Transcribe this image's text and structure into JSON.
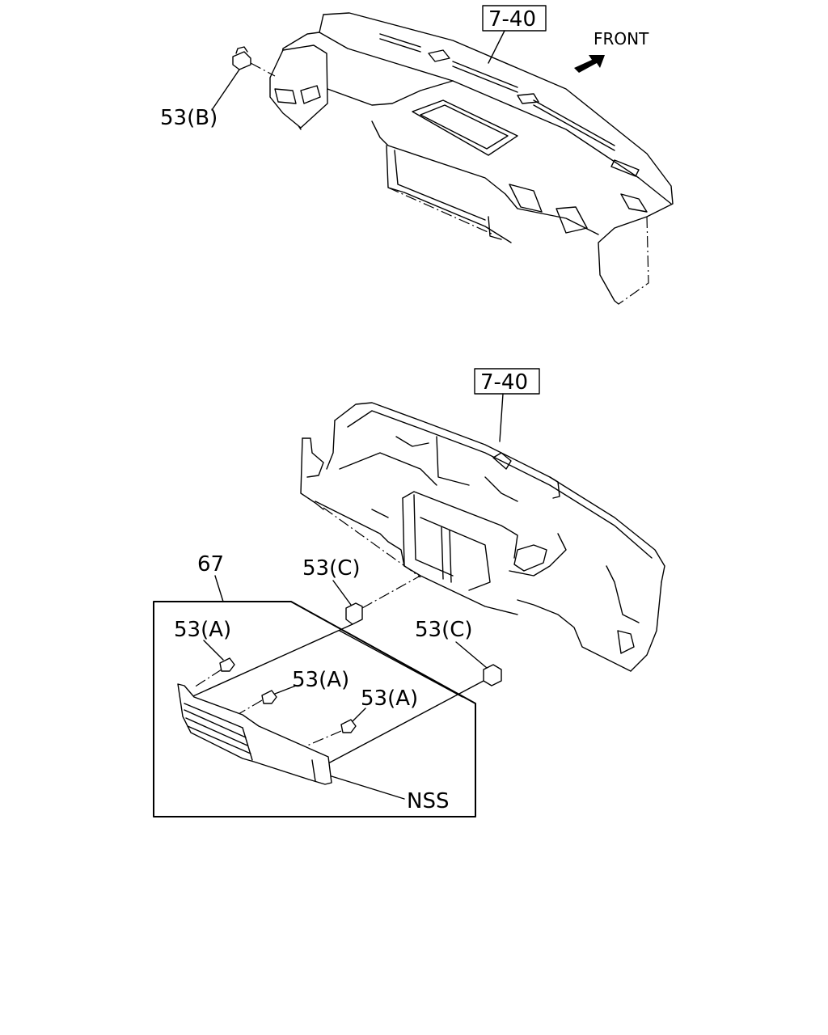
{
  "upper_view": {
    "ref_box_label": "7-40",
    "front_label": "FRONT",
    "fastener_b_label": "53(B)"
  },
  "lower_view": {
    "ref_box_label": "7-40",
    "kit_label": "67",
    "clip_c_top_label": "53(C)",
    "clip_c_right_label": "53(C)",
    "clip_a_left_label": "53(A)",
    "clip_a_mid_label": "53(A)",
    "clip_a_right_label": "53(A)",
    "nss_label": "NSS"
  }
}
